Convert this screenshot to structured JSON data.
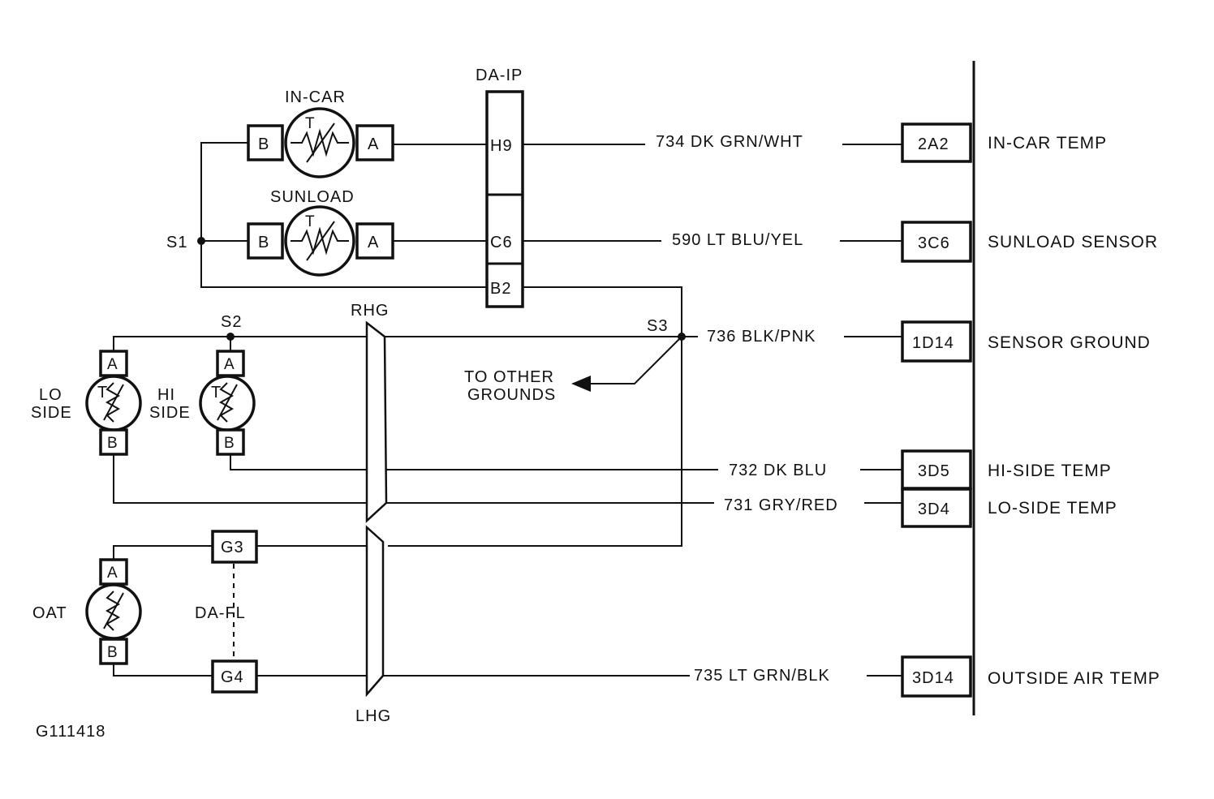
{
  "figure_id": "G111418",
  "connectors": {
    "da_ip": "DA-IP",
    "da_fl": "DA-FL",
    "rhg": "RHG",
    "lhg": "LHG",
    "pins": {
      "h9": "H9",
      "c6": "C6",
      "b2": "B2",
      "g3": "G3",
      "g4": "G4"
    }
  },
  "splices": {
    "s1": "S1",
    "s2": "S2",
    "s3": "S3"
  },
  "sensors": {
    "in_car": {
      "label": "IN-CAR",
      "pin_b": "B",
      "pin_a": "A"
    },
    "sunload": {
      "label": "SUNLOAD",
      "pin_b": "B",
      "pin_a": "A"
    },
    "lo_side": {
      "label_1": "LO",
      "label_2": "SIDE",
      "pin_a": "A",
      "pin_b": "B"
    },
    "hi_side": {
      "label_1": "HI",
      "label_2": "SIDE",
      "pin_a": "A",
      "pin_b": "B"
    },
    "oat": {
      "label": "OAT",
      "pin_a": "A",
      "pin_b": "B"
    },
    "thermistor_mark": "T"
  },
  "other_grounds": {
    "line_1": "TO OTHER",
    "line_2": "GROUNDS"
  },
  "circuits": [
    {
      "wire": "734 DK GRN/WHT",
      "terminal": "2A2",
      "function": "IN-CAR TEMP"
    },
    {
      "wire": "590 LT BLU/YEL",
      "terminal": "3C6",
      "function": "SUNLOAD SENSOR"
    },
    {
      "wire": "736 BLK/PNK",
      "terminal": "1D14",
      "function": "SENSOR GROUND"
    },
    {
      "wire": "732 DK BLU",
      "terminal": "3D5",
      "function": "HI-SIDE TEMP"
    },
    {
      "wire": "731 GRY/RED",
      "terminal": "3D4",
      "function": "LO-SIDE TEMP"
    },
    {
      "wire": "735 LT GRN/BLK",
      "terminal": "3D14",
      "function": "OUTSIDE AIR TEMP"
    }
  ]
}
